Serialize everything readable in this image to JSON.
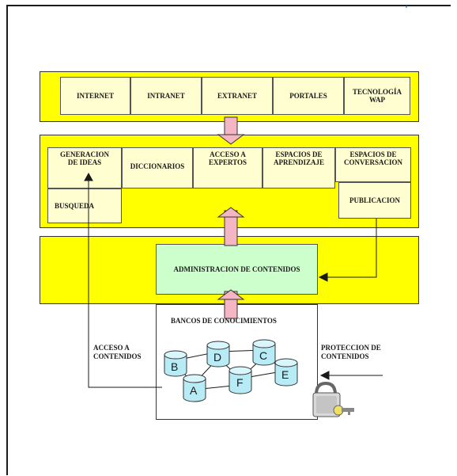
{
  "layer_top": {
    "items": [
      "INTERNET",
      "INTRANET",
      "EXTRANET",
      "PORTALES",
      "TECNOLOGÍA WAP"
    ]
  },
  "layer_middle": {
    "generacion_ideas": "GENERACION DE IDEAS",
    "diccionarios": "DICCIONARIOS",
    "acceso_expertos": "ACCESO A EXPERTOS",
    "espacios_aprendizaje": "ESPACIOS DE APRENDIZAJE",
    "espacios_conversacion": "ESPACIOS DE CONVERSACION",
    "busqueda": "BUSQUEDA",
    "publicacion": "PUBLICACION"
  },
  "layer_admin": {
    "label": "ADMINISTRACION  DE CONTENIDOS"
  },
  "bancos": {
    "title": "BANCOS DE CONOCIMIENTOS",
    "nodes": [
      "B",
      "D",
      "C",
      "A",
      "F",
      "E"
    ]
  },
  "side_labels": {
    "acceso_contenidos": "ACCESO A CONTENIDOS",
    "proteccion_contenidos": "PROTECCION DE CONTENIDOS"
  },
  "colors": {
    "band": "#ffff00",
    "box": "#fffed0",
    "admin": "#ccffcc",
    "arrow": "#f4b6c2",
    "cylinder": "#b7ecf7"
  }
}
